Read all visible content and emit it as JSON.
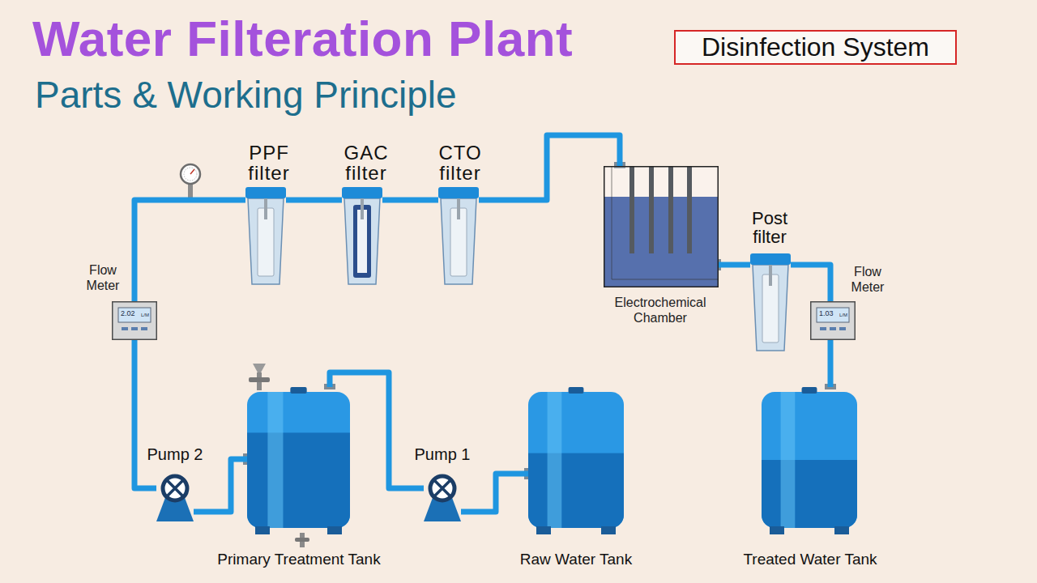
{
  "diagram": {
    "title": "Water Filteration Plant",
    "nodes": [
      {
        "text": [
          "Disinfection System"
        ]
      },
      {
        "text": [
          "Flow Meter",
          "2.02",
          "L/M"
        ]
      },
      {
        "text": [
          "PPF filter"
        ]
      },
      {
        "text": [
          "GAC filter"
        ]
      },
      {
        "text": [
          "CTO filter"
        ]
      },
      {
        "text": [
          "Electrochemical Chamber"
        ]
      },
      {
        "text": [
          "Post filter"
        ]
      },
      {
        "text": [
          "Flow Meter",
          "1.03",
          "L/M"
        ]
      },
      {
        "text": [
          "Pump 2"
        ]
      },
      {
        "text": [
          "Primary Treatment Tank"
        ]
      },
      {
        "text": [
          "Pump 1"
        ]
      },
      {
        "text": [
          "Raw Water Tank"
        ]
      },
      {
        "text": [
          "Treated Water Tank"
        ]
      }
    ],
    "edges": [
      {
        "from": 11,
        "to": 10,
        "arrow": "none"
      },
      {
        "from": 10,
        "to": 9,
        "arrow": "none"
      },
      {
        "from": 9,
        "to": 8,
        "arrow": "none"
      },
      {
        "from": 8,
        "to": 1,
        "arrow": "none"
      },
      {
        "from": 1,
        "to": 2,
        "arrow": "none"
      },
      {
        "from": 2,
        "to": 3,
        "arrow": "none"
      },
      {
        "from": 3,
        "to": 4,
        "arrow": "none"
      },
      {
        "from": 4,
        "to": 5,
        "arrow": "none"
      },
      {
        "from": 5,
        "to": 6,
        "arrow": "none"
      },
      {
        "from": 6,
        "to": 7,
        "arrow": "none"
      },
      {
        "from": 7,
        "to": 12,
        "arrow": "none"
      }
    ],
    "labels": [
      "Parts & Working Principle"
    ]
  }
}
